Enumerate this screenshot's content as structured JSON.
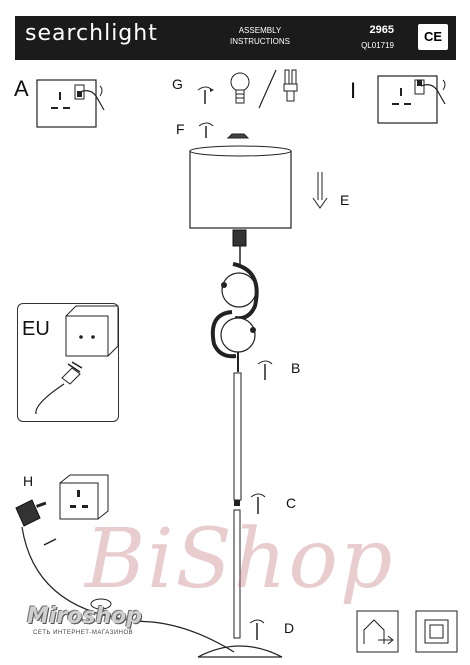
{
  "header": {
    "brand": "searchlight",
    "assembly_line1": "ASSEMBLY",
    "assembly_line2": "INSTRUCTIONS",
    "model_number": "2965",
    "model_code": "QL01719",
    "ce_mark": "CE"
  },
  "labels": {
    "a": "A",
    "g": "G",
    "f": "F",
    "i": "I",
    "e": "E",
    "b": "B",
    "c": "C",
    "d": "D",
    "h": "H",
    "eu": "EU"
  },
  "watermarks": {
    "shop": "BiShop",
    "miroshop": "Miroshop",
    "miroshop_tagline": "СЕТЬ ИНТЕРНЕТ-МАГАЗИНОВ"
  },
  "icons": [
    "switch-off-icon",
    "switch-on-icon",
    "screw-icon",
    "bulb-icon",
    "cfl-bulb-icon",
    "indoor-use-icon",
    "double-insulation-icon",
    "plug-icon",
    "adapter-icon"
  ]
}
